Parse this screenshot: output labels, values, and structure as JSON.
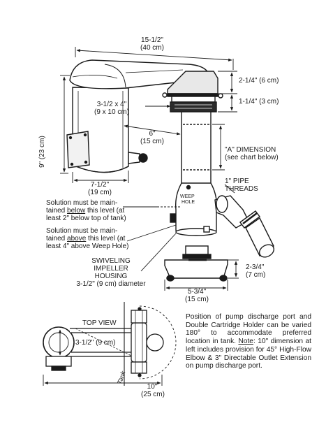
{
  "dims": {
    "overall_width": "15-1/2\"",
    "overall_width_cm": "(40 cm)",
    "height": "9\" (23 cm)",
    "head_height": "2-1/4\" (6 cm)",
    "head_offset": "1-1/4\" (3 cm)",
    "outlet_size": "3-1/2 x 4\"",
    "outlet_size_cm": "(9 x 10 cm)",
    "motor_offset": "6\"",
    "motor_offset_cm": "(15 cm)",
    "motor_width": "7-1/2\"",
    "motor_width_cm": "(19 cm)",
    "a_dimension": "\"A\" DIMENSION",
    "a_dimension_sub": "(see chart below)",
    "pipe_threads_1": "1\" PIPE",
    "pipe_threads_2": "THREADS",
    "weep_1": "WEEP",
    "weep_2": "HOLE",
    "base_height": "2-3/4\"",
    "base_height_cm": "(7 cm)",
    "base_width": "5-3/4\"",
    "base_width_cm": "(15 cm)",
    "housing_1": "SWIVELING",
    "housing_2": "IMPELLER",
    "housing_3": "HOUSING",
    "housing_4": "3-1/2\" (9 cm) diameter"
  },
  "solution_below": {
    "l1": "Solution must be main-",
    "l2_pre": "tained ",
    "l2_under": "below",
    "l2_post": " this level (at",
    "l3": "least 2\" below top of tank)"
  },
  "solution_above": {
    "l1": "Solution must be main-",
    "l2_pre": "tained ",
    "l2_under": "above",
    "l2_post": " this level (at",
    "l3": "least 4\" above Weep Hole)"
  },
  "top_view": {
    "title": "TOP VIEW",
    "offset": "3-1/2\" (9 cm)",
    "tank": "Tank",
    "span": "10\"",
    "span_cm": "(25 cm)"
  },
  "note": {
    "part1": "Position of pump discharge port and Double Cartridge Holder can be varied 180° to accommodate preferred location in tank. ",
    "note_label": "Note",
    "part2": ": 10\" dimension at left includes provision for 45° High-Flow Elbow & 3\" Directable Outlet Extension on pump discharge port."
  }
}
